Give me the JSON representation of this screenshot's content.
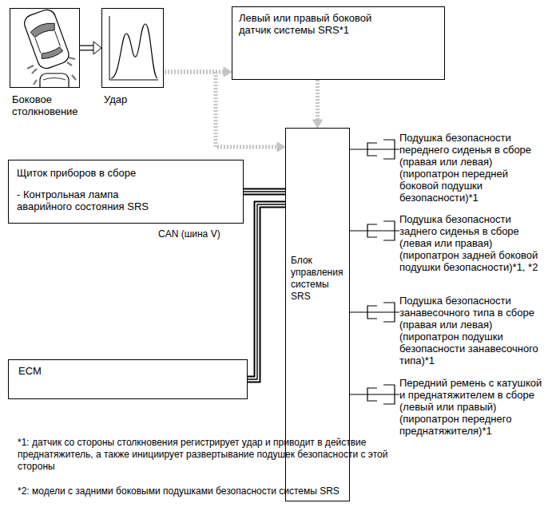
{
  "diagram": {
    "nodes": [
      {
        "text": [
          "Боковое столкновение"
        ]
      },
      {
        "text": [
          "Удар"
        ]
      },
      {
        "text": [
          "Левый или правый боковой датчик системы SRS*1"
        ]
      },
      {
        "text": [
          "Щиток приборов в сборе",
          "- Контрольная лампа аварийного состояния SRS"
        ]
      },
      {
        "text": [
          "Блок управления системы SRS"
        ]
      },
      {
        "text": [
          "Подушка безопасности переднего сиденья в сборе (правая или левая) (пиропатрон передней боковой подушки безопасности)*1"
        ]
      },
      {
        "text": [
          "Подушка безопасности заднего сиденья в сборе (левая или правая) (пиропатрон задней боковой подушки безопасности)*1, *2"
        ]
      },
      {
        "text": [
          "Подушка безопасности занавесочного типа в сборе (правая или левая) (пиропатрон подушки безопасности занавесочного типа)*1"
        ]
      },
      {
        "text": [
          "Передний ремень с катушкой и преднатяжителем в сборе (левый или правый) (пиропатрон переднего преднатяжителя)*1"
        ]
      },
      {
        "text": [
          "ECM"
        ]
      }
    ],
    "edges": [
      {
        "from": 0,
        "to": 1,
        "arrow": "to"
      },
      {
        "from": 1,
        "to": 2,
        "arrow": "to"
      },
      {
        "from": 1,
        "to": 4,
        "arrow": "to"
      },
      {
        "from": 2,
        "to": 4,
        "arrow": "to"
      },
      {
        "from": 3,
        "to": 4,
        "arrow": "none",
        "label": "CAN (шина V)"
      },
      {
        "from": 9,
        "to": 4,
        "arrow": "none"
      },
      {
        "from": 4,
        "to": 5,
        "arrow": "none"
      },
      {
        "from": 4,
        "to": 6,
        "arrow": "none"
      },
      {
        "from": 4,
        "to": 7,
        "arrow": "none"
      },
      {
        "from": 4,
        "to": 8,
        "arrow": "none"
      }
    ],
    "labels": [
      "*1: датчик со стороны столкновения регистрирует удар и приводит в действие преднатяжитель, а также инициирует развертывание подушек безопасности с этой стороны",
      "*2: модели с задними боковыми подушками безопасности системы SRS"
    ]
  }
}
